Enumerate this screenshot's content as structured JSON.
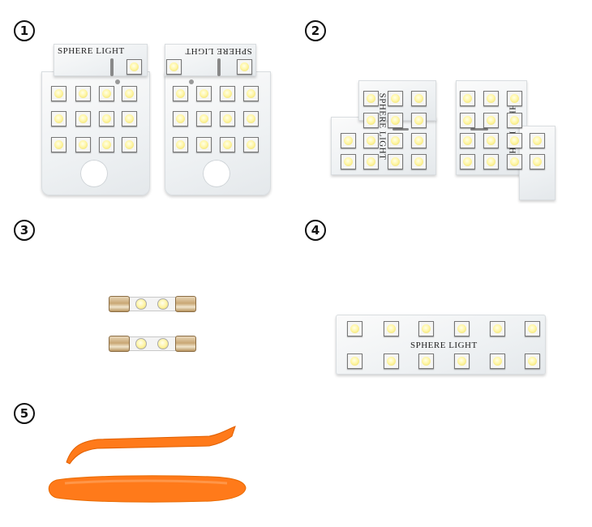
{
  "badges": [
    "1",
    "2",
    "3",
    "4",
    "5"
  ],
  "brand_text": "SPHERE LIGHT",
  "icons": {
    "product_1": "map-lamp-led-boards-icon",
    "product_2": "rear-room-lamp-led-boards-icon",
    "product_3": "festoon-led-bulbs-icon",
    "product_4": "luggage-lamp-led-board-icon",
    "product_5": "orange-removal-tools-icon"
  },
  "colors": {
    "led": "#fff6a8",
    "board": "#eef1f3",
    "tool": "#ff7a1a"
  }
}
